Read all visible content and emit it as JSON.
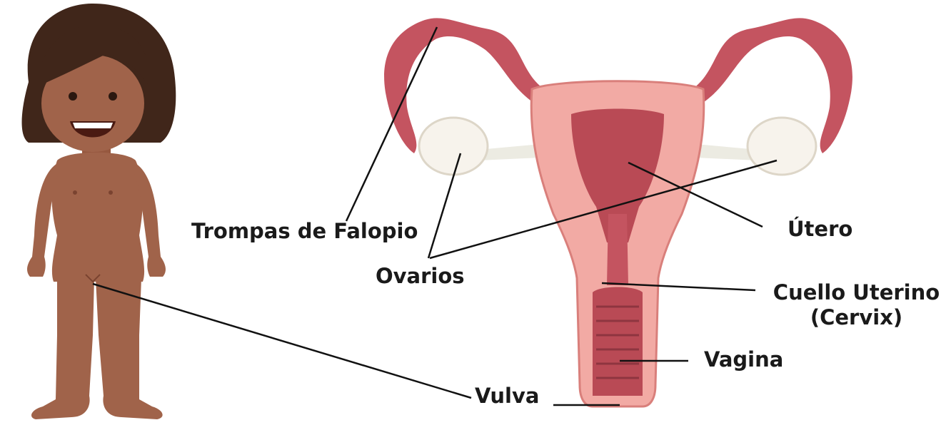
{
  "labels": {
    "fallopian_tubes": "Trompas de Falopio",
    "ovaries": "Ovarios",
    "uterus": "Útero",
    "cervix_line1": "Cuello Uterino",
    "cervix_line2": "(Cervix)",
    "vagina": "Vagina",
    "vulva": "Vulva"
  },
  "colors": {
    "skin": "#a0634a",
    "hair": "#40261a",
    "uterus_outer": "#f2aaa4",
    "uterus_inner": "#b94a55",
    "tube": "#c45460",
    "ovary": "#f7f3ec",
    "leader_line": "#111111"
  }
}
